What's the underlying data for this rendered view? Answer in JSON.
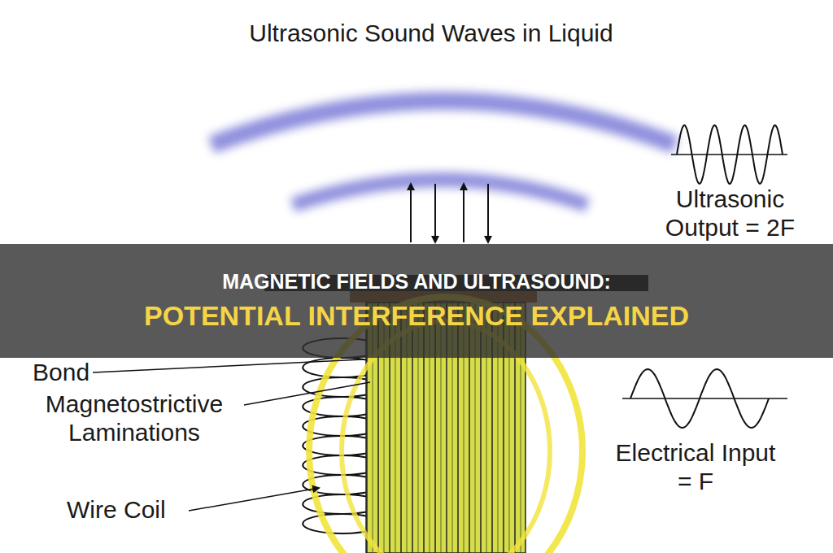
{
  "diagram": {
    "title": "Ultrasonic Sound Waves in Liquid",
    "nodes": [
      {
        "text": [
          "MAGNETIC FIELDS AND ULTRASOUND:",
          "POTENTIAL INTERFERENCE EXPLAINED"
        ]
      }
    ],
    "labels": [
      "Ultrasonic Output = 2F",
      "Bond",
      "Magnetostrictive Laminations",
      "Electrical Input = F",
      "Wire Coil"
    ]
  }
}
